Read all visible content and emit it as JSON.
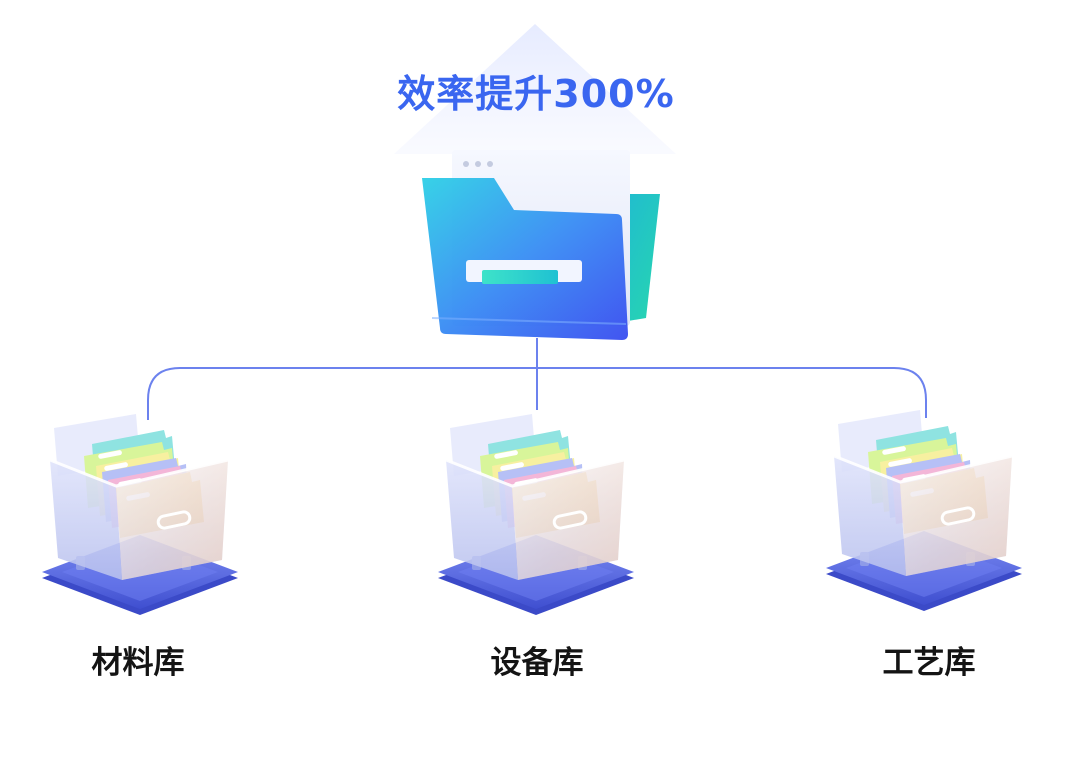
{
  "headline": "效率提升300%",
  "central_node": {
    "icon": "open-folder-icon"
  },
  "repositories": [
    {
      "label": "材料库",
      "icon": "file-cabinet-icon"
    },
    {
      "label": "设备库",
      "icon": "file-cabinet-icon"
    },
    {
      "label": "工艺库",
      "icon": "file-cabinet-icon"
    }
  ],
  "colors": {
    "headline": "#3a66f0",
    "connector": "#6c82ee",
    "label": "#141414",
    "folder_front": "#2f7df3",
    "folder_back": "#26c7b2",
    "platform": "#4a5bd6"
  }
}
